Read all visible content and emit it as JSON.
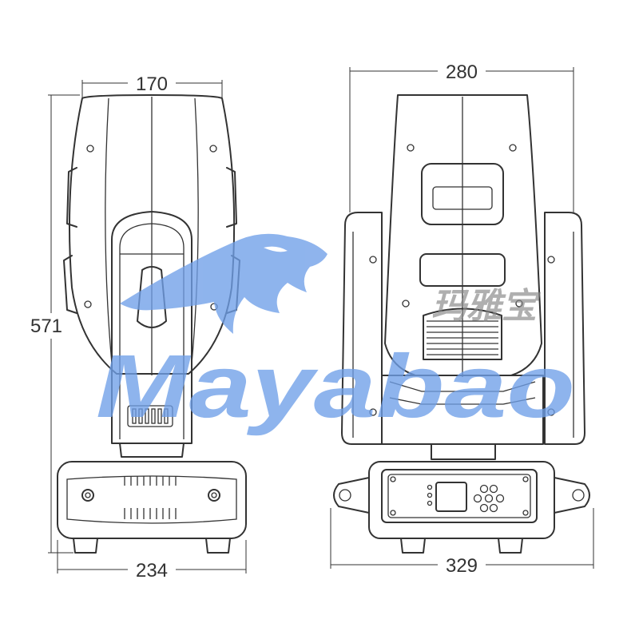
{
  "dimensions": {
    "side_top_width": "170",
    "side_height": "571",
    "side_base_width": "234",
    "front_top_width": "280",
    "front_base_width": "329"
  },
  "watermark": {
    "brand": "Mayabao",
    "brand_cn": "玛雅宝",
    "color": "#6f9fe8",
    "icon": "leopard-logo-icon"
  },
  "colors": {
    "line": "#333333",
    "background": "#ffffff"
  }
}
